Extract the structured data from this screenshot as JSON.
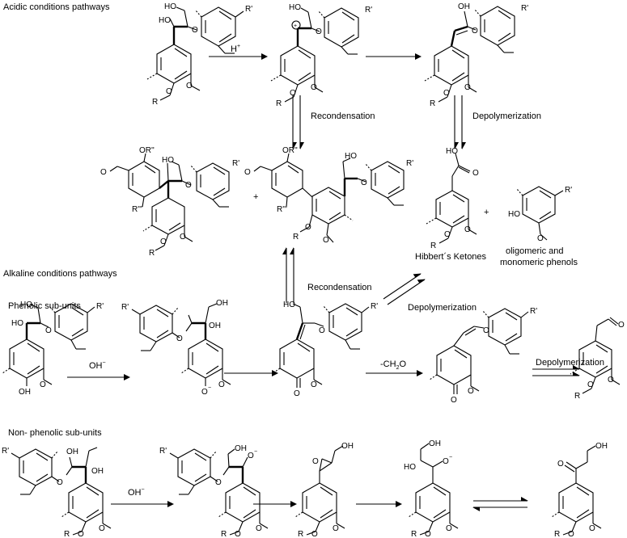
{
  "sections": {
    "acidic": "Acidic conditions pathways",
    "alkaline": "Alkaline conditions pathways",
    "phenolic": "Phenolic sub-units",
    "nonphenolic": "Non- phenolic sub-units"
  },
  "reagents": {
    "h_plus": "H",
    "h_plus_sup": "+",
    "oh_minus_1": "OH",
    "oh_minus_2": "OH",
    "oh_sup": "−",
    "ch2o": "-CH",
    "ch2o_sub": "2",
    "ch2o_tail": "O"
  },
  "steps": {
    "recondensation_acid": "Recondensation",
    "depolymerization_acid": "Depolymerization",
    "recondensation_alk": "Recondensation",
    "depolymerization_alk_1": "Depolymerization",
    "depolymerization_alk_2": "Depolymerization"
  },
  "products": {
    "hibbert": "Hibbert´s Ketones",
    "oligo_1": "oligomeric and",
    "oligo_2": "monomeric phenols"
  },
  "operators": {
    "plus": "+"
  },
  "atoms": {
    "HO": "HO",
    "OH": "OH",
    "O": "O",
    "R": "R",
    "Rp": "R'",
    "ORpp": "OR''",
    "Rppp": "R'''",
    "Ominus": "O",
    "minus": "−",
    "plus_charge": "+"
  }
}
